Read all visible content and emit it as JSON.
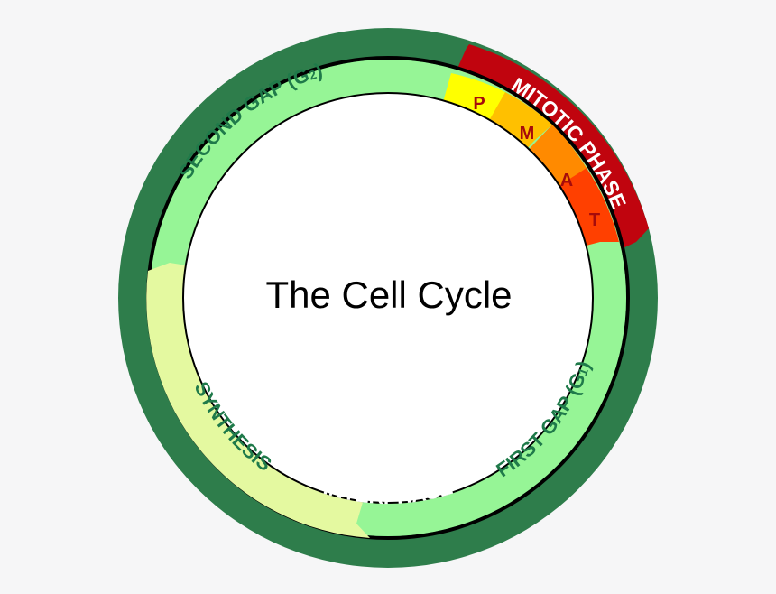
{
  "diagram": {
    "title": "The Cell Cycle",
    "outer_labels": {
      "interphase": "INTERPHASE",
      "mitotic": "MITOTIC PHASE"
    },
    "inner_labels": {
      "second_gap": "SECOND GAP (G",
      "second_gap_sub": "2",
      "synthesis": "SYNTHESIS",
      "first_gap": "FIRST GAP (G",
      "first_gap_sub": "1",
      "close_paren": ")"
    },
    "mitosis_stages": [
      "P",
      "M",
      "A",
      "T"
    ],
    "colors": {
      "background": "#f6f6f7",
      "interphase_band": "#2e7d4b",
      "mitotic_band": "#c0040e",
      "gap_phase": "#96f596",
      "synthesis_phase": "#e4f9a0",
      "prophase": "#ffff00",
      "metaphase": "#ffc000",
      "anaphase": "#ff8a00",
      "telophase": "#ff4000",
      "stage_letter": "#a60b0b",
      "gap_text": "#1f7a4a",
      "outline": "#000000"
    }
  }
}
